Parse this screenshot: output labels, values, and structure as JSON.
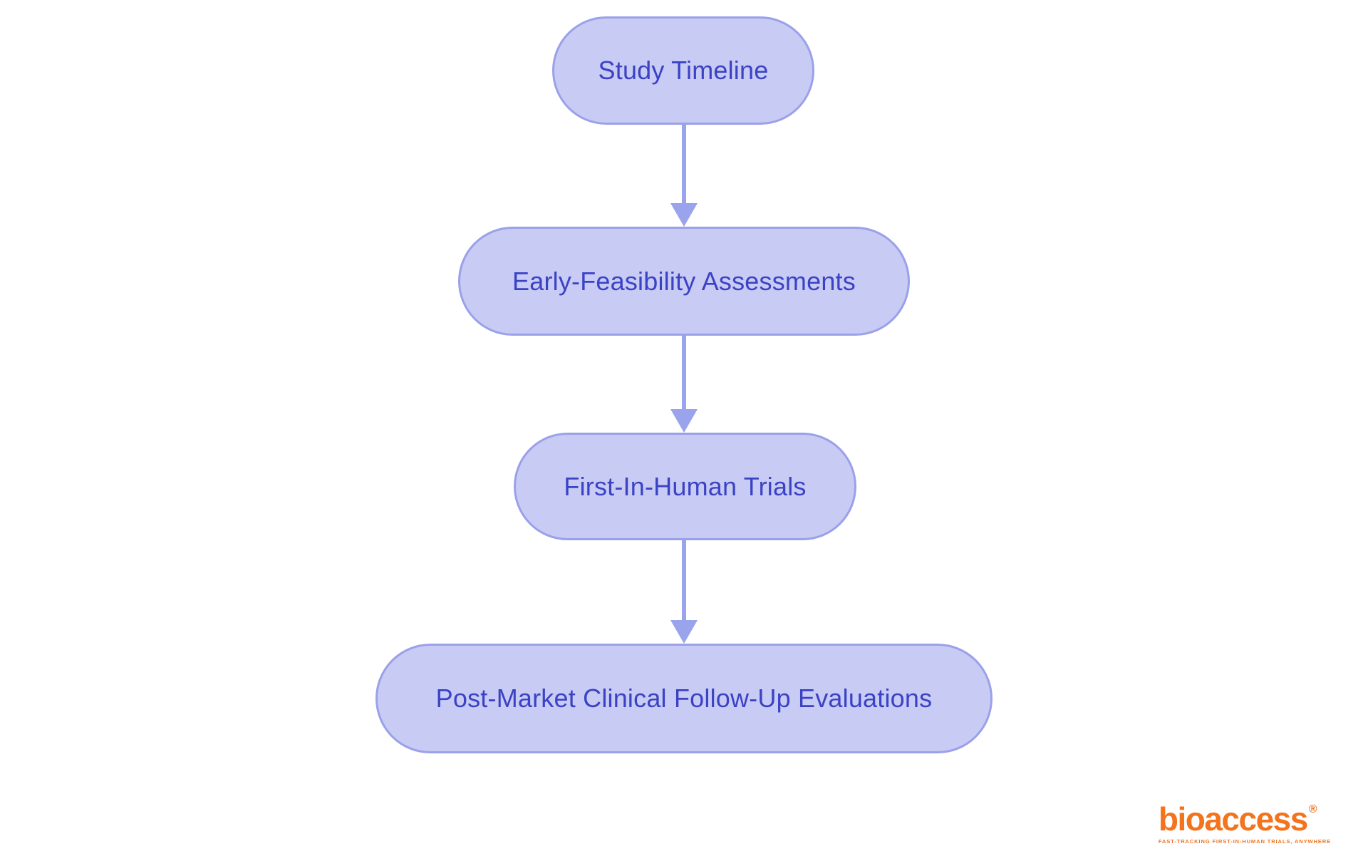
{
  "colors": {
    "node_fill": "#c8cbf4",
    "node_border": "#9aa1e9",
    "node_text": "#3b42c4",
    "arrow": "#9aa4ed",
    "logo_orange": "#f4731d",
    "background": "#ffffff"
  },
  "diagram": {
    "type": "flowchart",
    "direction": "top-down",
    "nodes": [
      {
        "id": "study-timeline",
        "label": "Study Timeline"
      },
      {
        "id": "early-feasibility",
        "label": "Early-Feasibility Assessments"
      },
      {
        "id": "first-in-human",
        "label": "First-In-Human Trials"
      },
      {
        "id": "post-market",
        "label": "Post-Market Clinical Follow-Up Evaluations"
      }
    ],
    "edges": [
      {
        "from": "study-timeline",
        "to": "early-feasibility"
      },
      {
        "from": "early-feasibility",
        "to": "first-in-human"
      },
      {
        "from": "first-in-human",
        "to": "post-market"
      }
    ]
  },
  "logo": {
    "wordmark": "bioaccess",
    "registered_mark": "®",
    "tagline": "FAST-TRACKING FIRST-IN-HUMAN TRIALS, ANYWHERE"
  }
}
